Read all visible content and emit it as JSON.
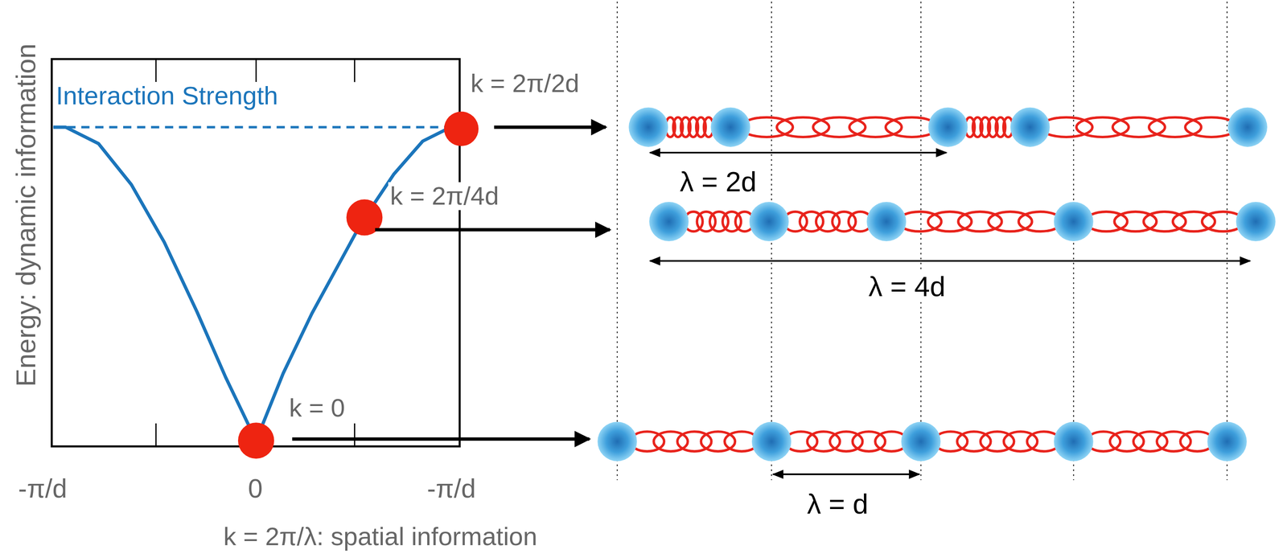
{
  "diagram": {
    "labels": [
      "Energy: dynamic information",
      "Interaction Strength",
      "k = 2π/2d",
      "k = 2π/4d",
      "k = 0",
      "-π/d",
      "0",
      "-π/d",
      "k = 2π/λ: spatial information",
      "λ = 2d",
      "λ = 4d",
      "λ = d"
    ]
  }
}
